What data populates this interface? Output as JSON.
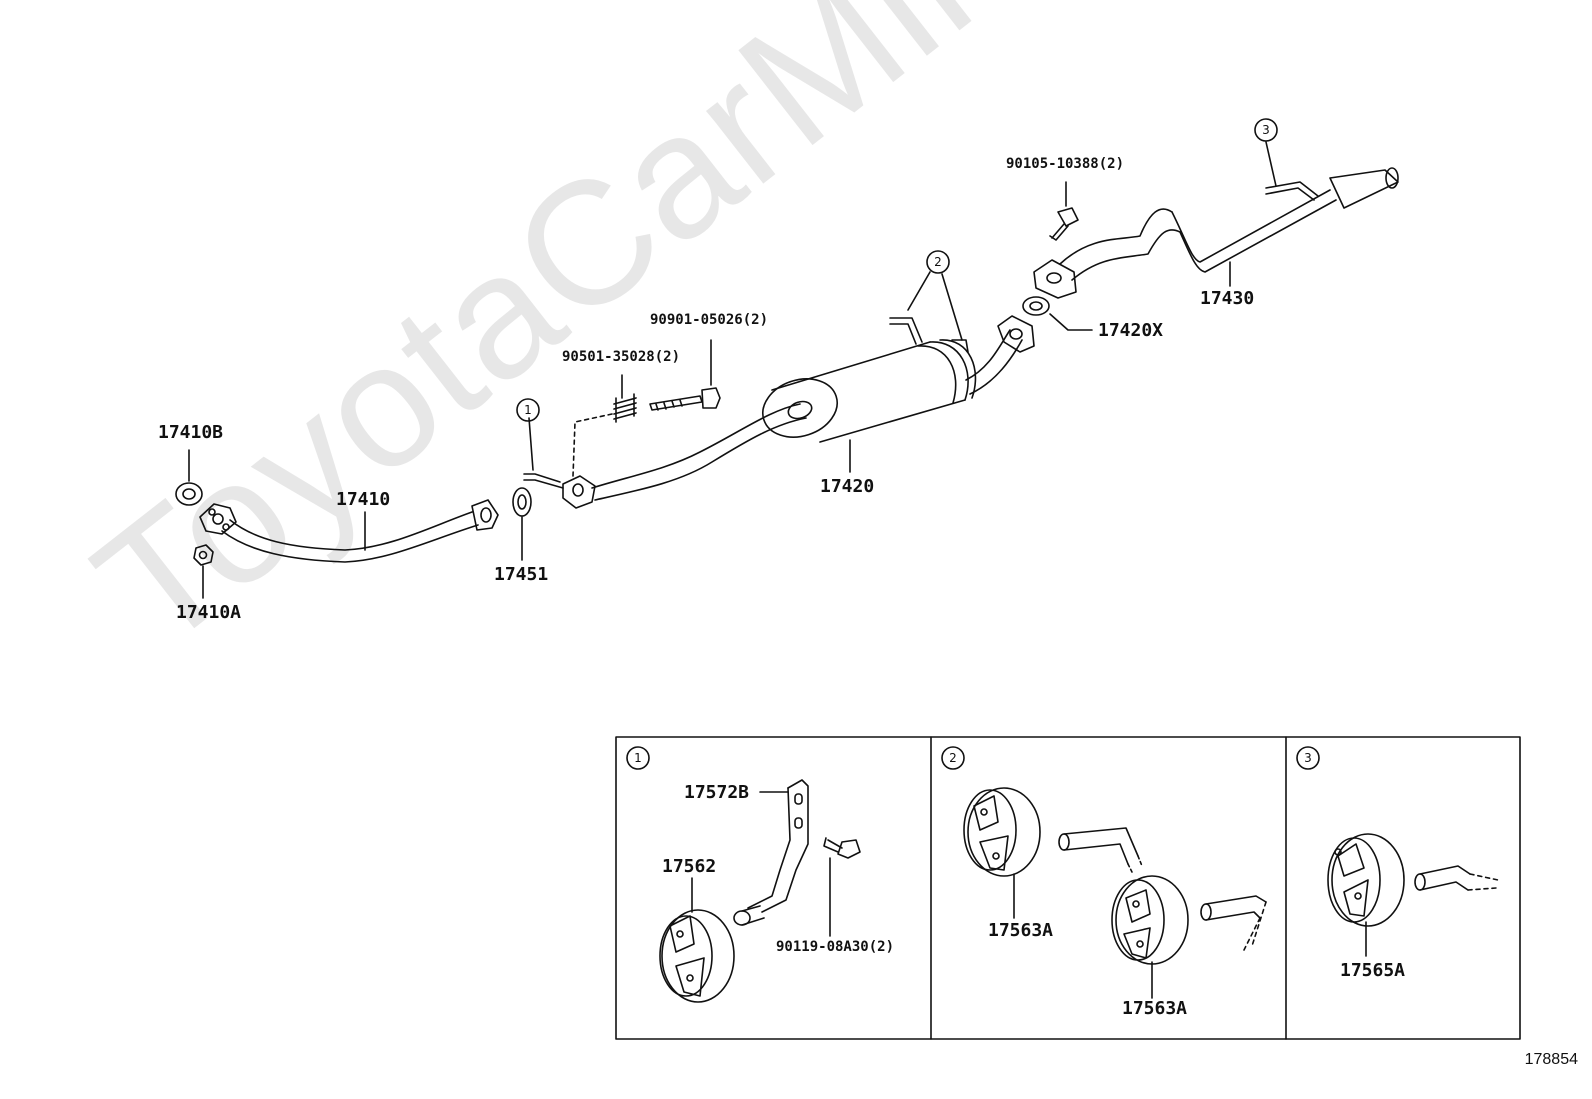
{
  "watermark": "ToyotaCarMine.ru",
  "diagram_code": "178854",
  "callouts": {
    "c1": "1",
    "c2": "2",
    "c3": "3"
  },
  "parts": {
    "p17410B": "17410B",
    "p17410": "17410",
    "p17410A": "17410A",
    "p17451": "17451",
    "p90501": "90501-35028(2)",
    "p90901": "90901-05026(2)",
    "p17420": "17420",
    "p17420X": "17420X",
    "p90105": "90105-10388(2)",
    "p17430": "17430"
  },
  "insets": [
    {
      "number": "1",
      "labels": {
        "a": "17572B",
        "b": "17562",
        "c": "90119-08A30(2)"
      }
    },
    {
      "number": "2",
      "labels": {
        "a": "17563A",
        "b": "17563A"
      }
    },
    {
      "number": "3",
      "labels": {
        "a": "17565A"
      }
    }
  ]
}
